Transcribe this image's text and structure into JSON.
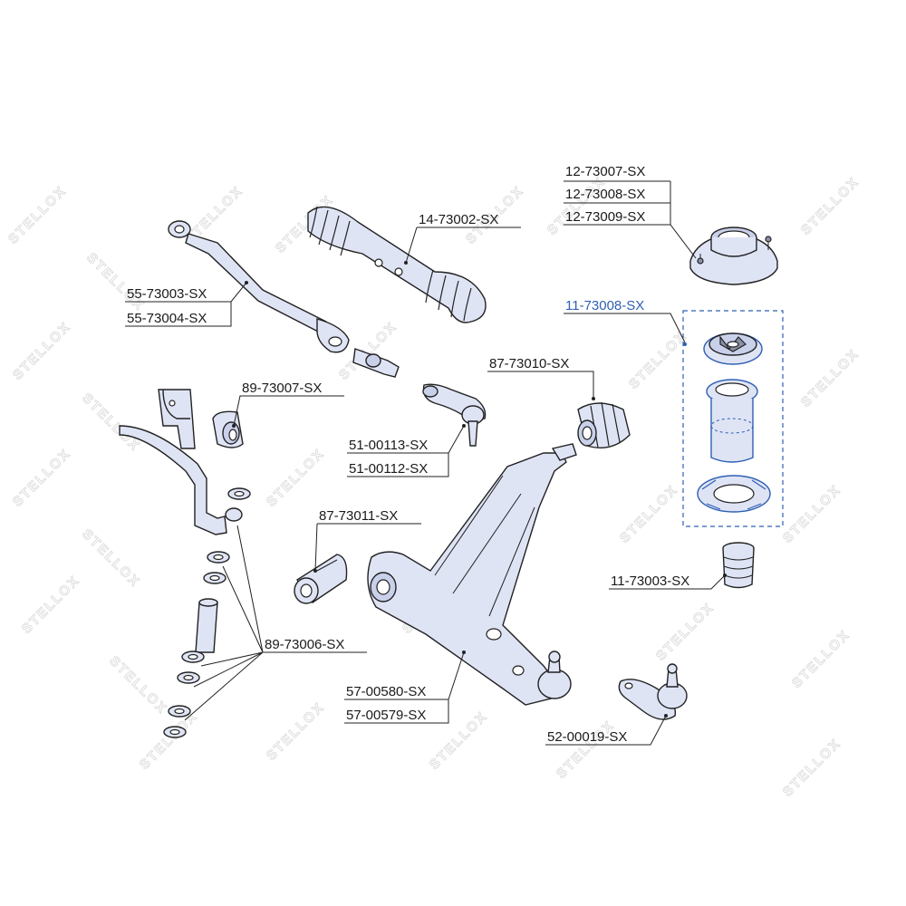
{
  "watermark": {
    "brand": "STELLOX"
  },
  "labels": {
    "top_mount_1": "12-73007-SX",
    "top_mount_2": "12-73008-SX",
    "top_mount_3": "12-73009-SX",
    "steering_boot": "14-73002-SX",
    "tie_rod_1": "55-73003-SX",
    "tie_rod_2": "55-73004-SX",
    "strut_kit": "11-73008-SX",
    "bushing_rear": "87-73010-SX",
    "stab_bush": "89-73007-SX",
    "tie_rod_end_1": "51-00113-SX",
    "tie_rod_end_2": "51-00112-SX",
    "bushing_front": "87-73011-SX",
    "bump_stop": "11-73003-SX",
    "stab_link": "89-73006-SX",
    "control_arm_1": "57-00580-SX",
    "control_arm_2": "57-00579-SX",
    "ball_joint": "52-00019-SX"
  },
  "colors": {
    "highlight": "#2f5fb3",
    "part_fill": "#dfe4f5",
    "line": "#222222"
  }
}
